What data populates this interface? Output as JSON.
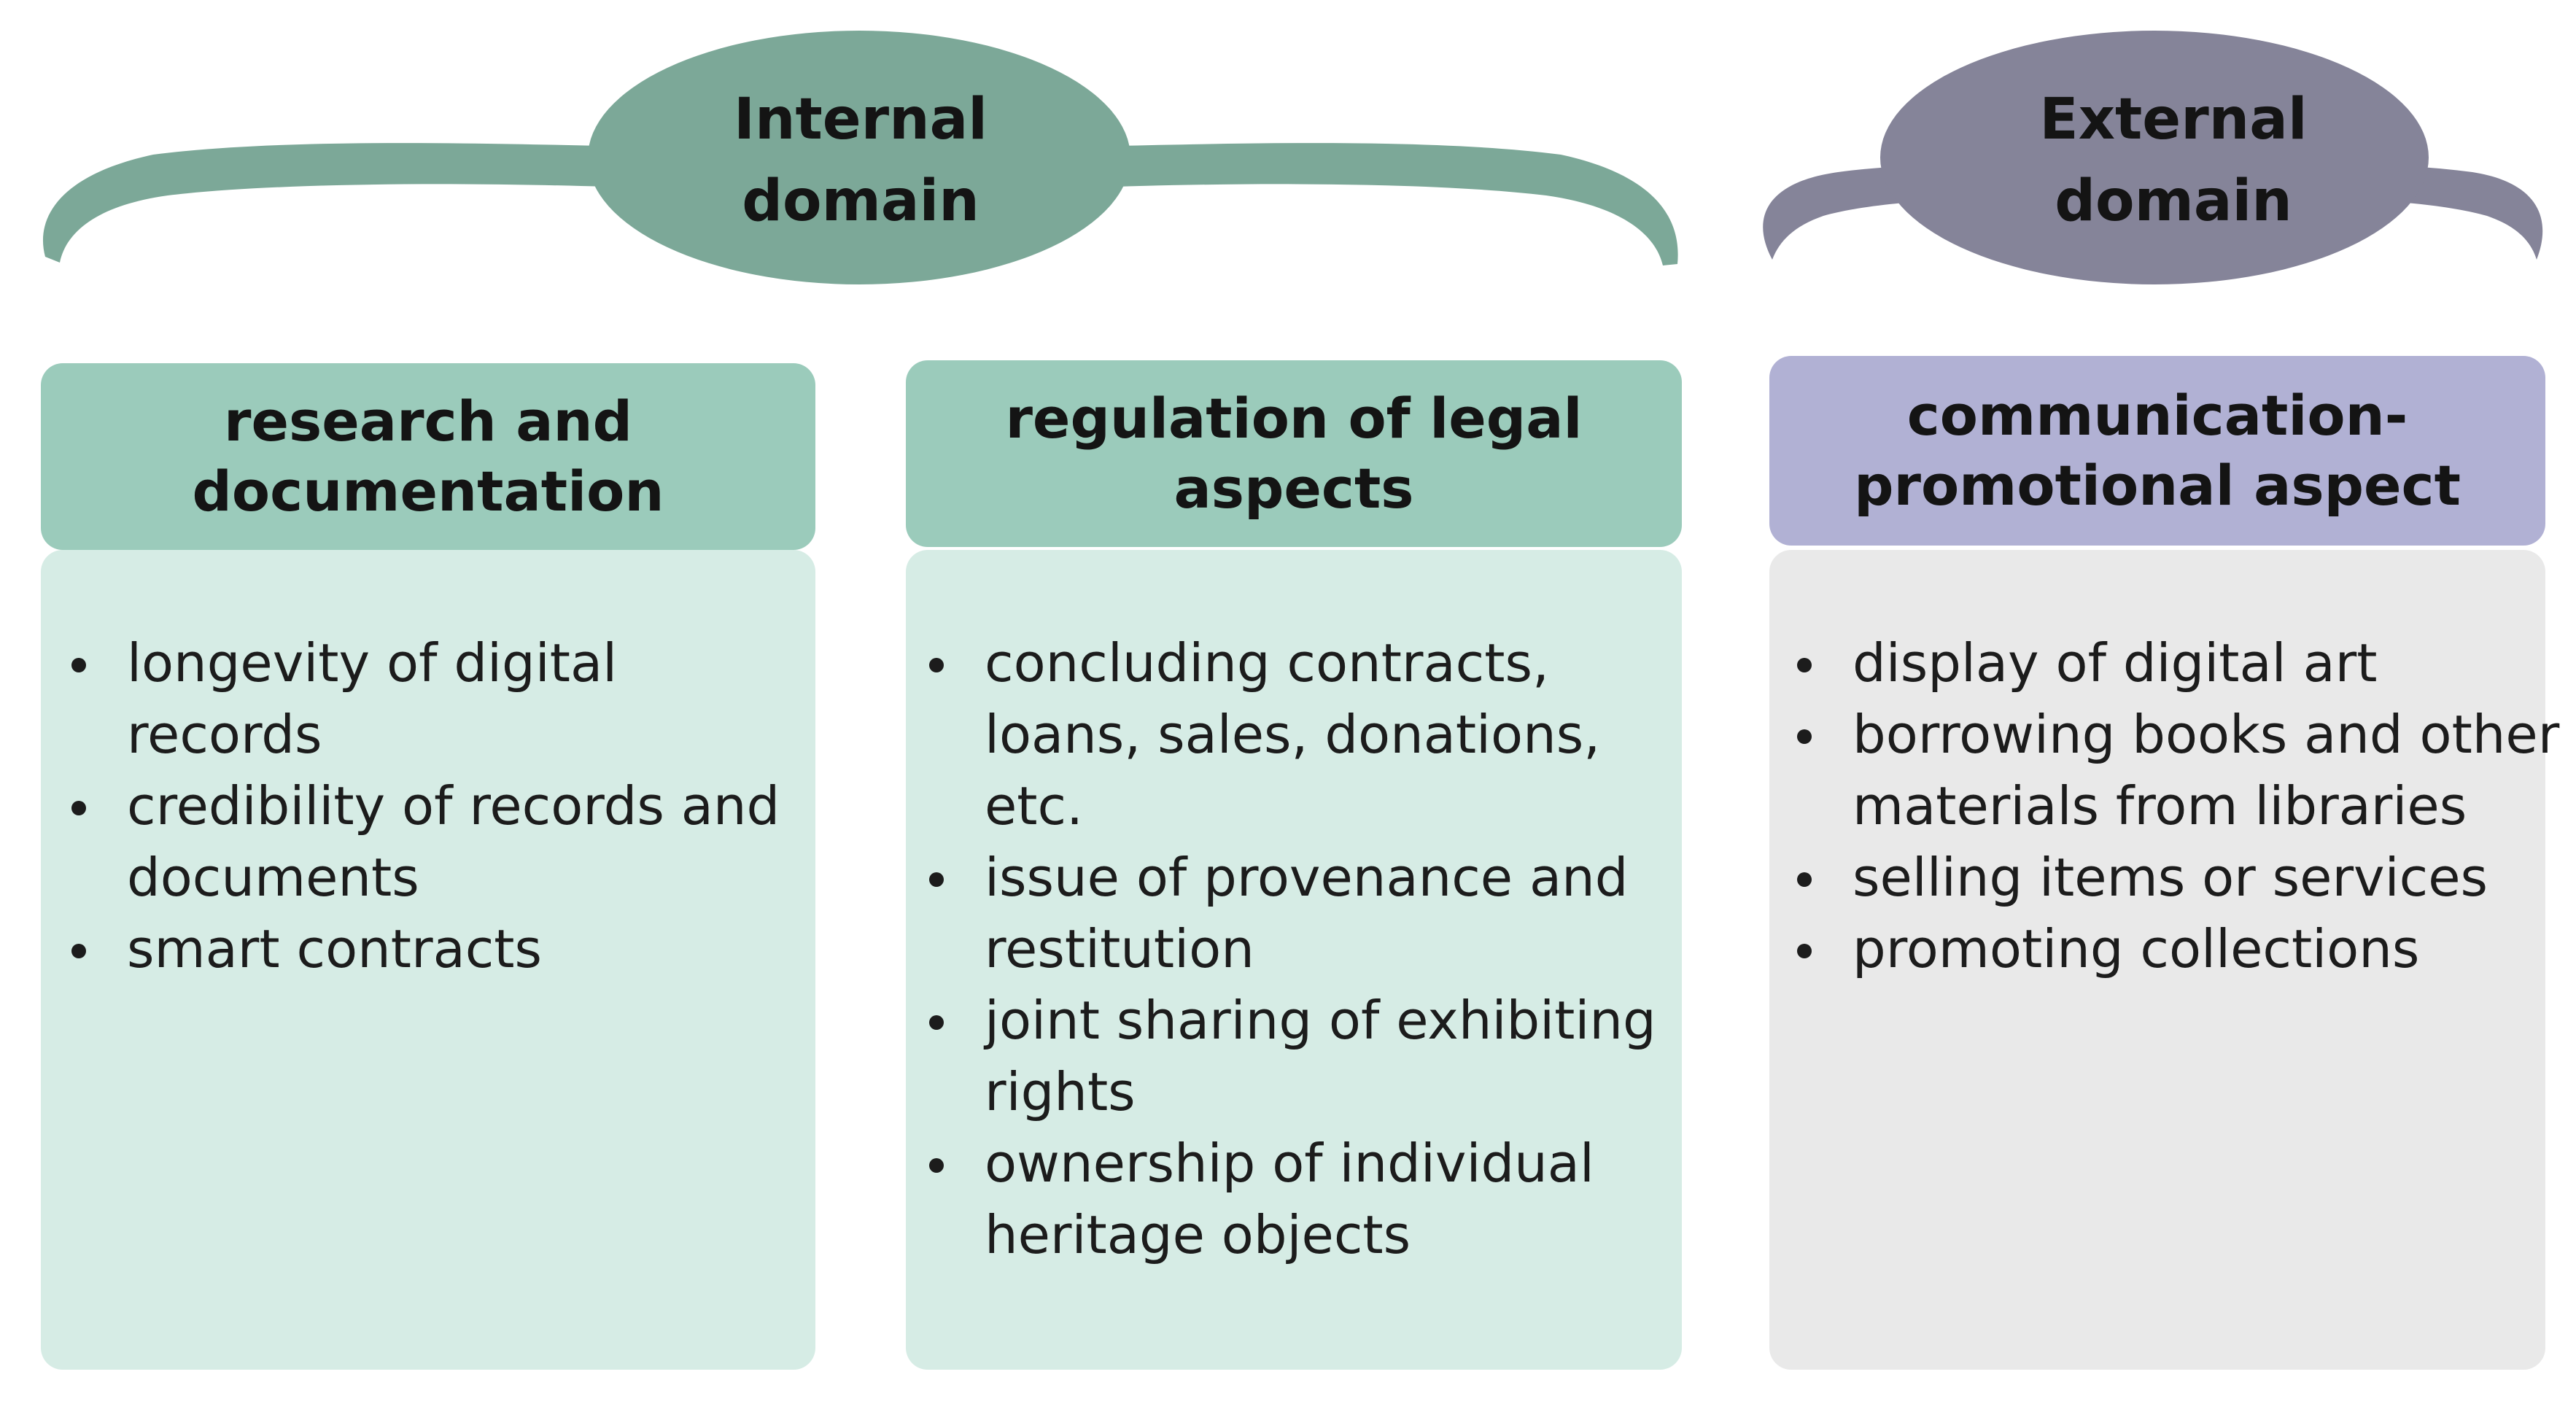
{
  "colors": {
    "internal_accent": "#7ca898",
    "external_accent": "#858499",
    "internal_header": "#9bcbbb",
    "internal_body": "#d6ece5",
    "external_header": "#b1b1d4",
    "external_body": "#e9e9e9"
  },
  "domains": {
    "internal": {
      "title": "Internal\ndomain"
    },
    "external": {
      "title": "External\ndomain"
    }
  },
  "columns": [
    {
      "header": "research and documentation",
      "items": [
        "longevity of digital records",
        "credibility of records and documents",
        "smart contracts"
      ]
    },
    {
      "header": "regulation of legal aspects",
      "items": [
        "concluding contracts, loans, sales, donations, etc.",
        "issue of provenance and restitution",
        "joint sharing of exhibiting rights",
        "ownership of individual heritage objects"
      ]
    },
    {
      "header": "communication-promotional aspect",
      "items": [
        "display of digital art",
        "borrowing books and other materials from libraries",
        "selling items or services",
        "promoting collections"
      ]
    }
  ]
}
